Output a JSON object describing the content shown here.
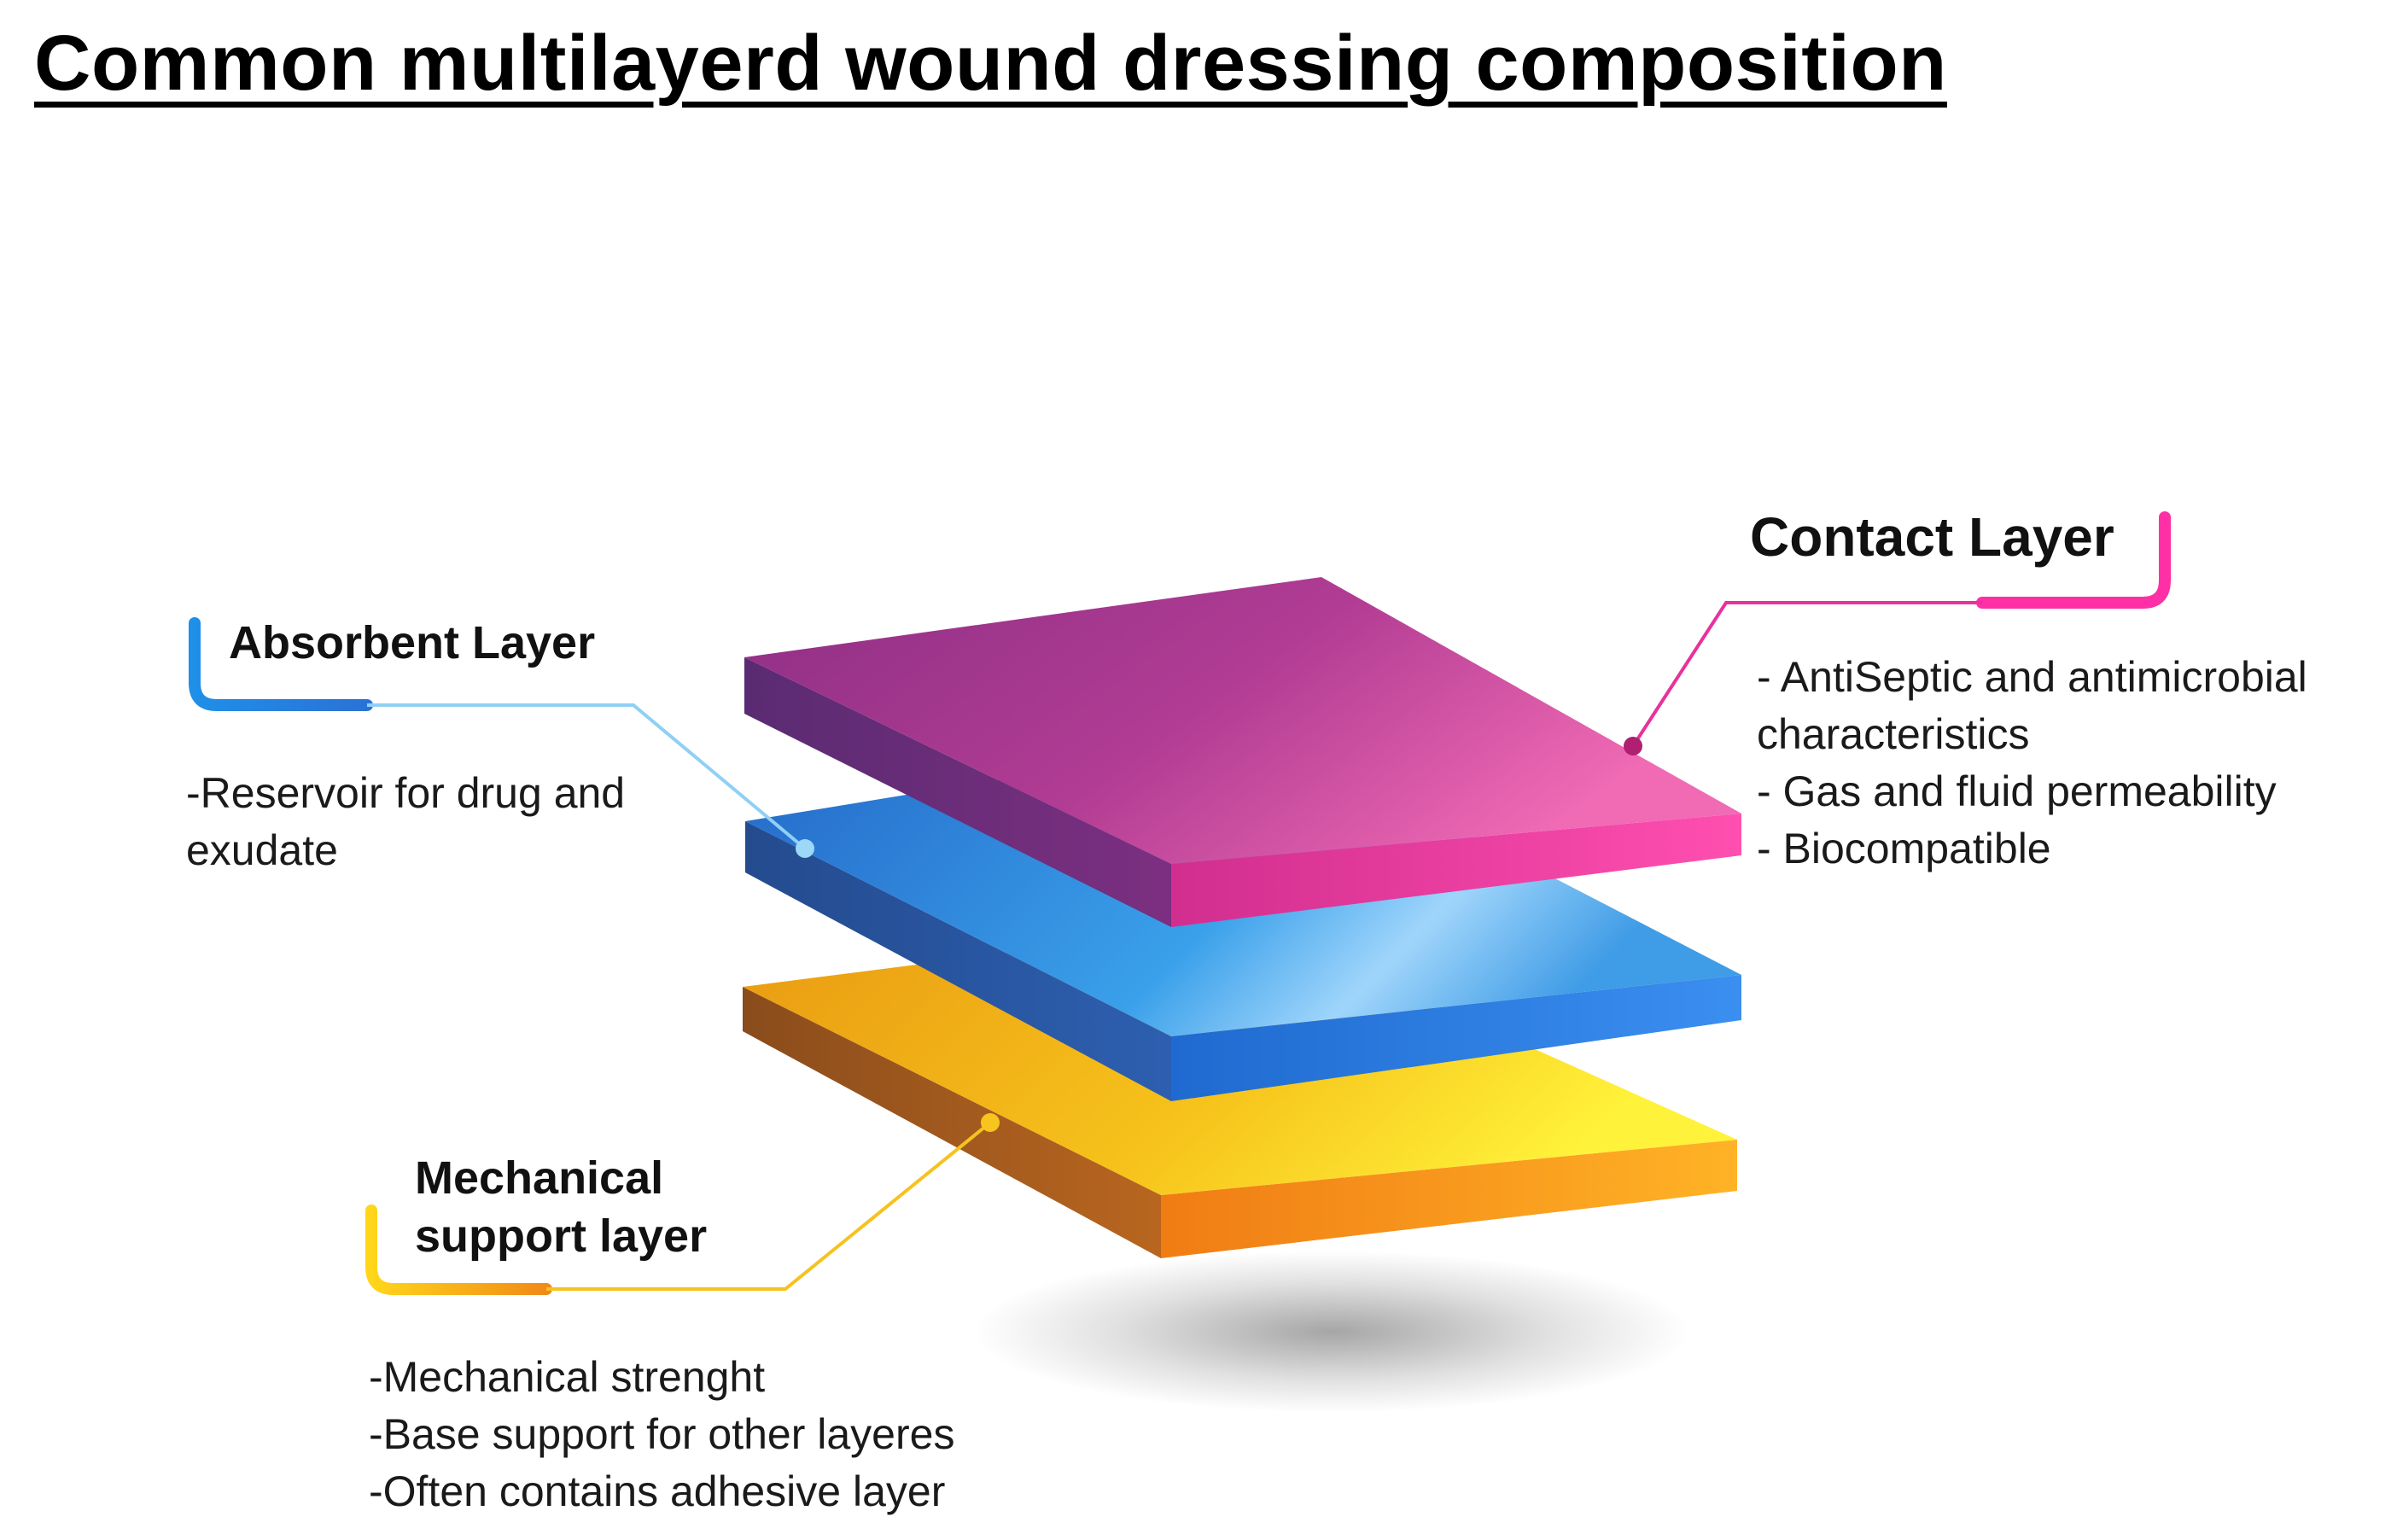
{
  "title": "Common multilayerd wound dressing composition",
  "layers": {
    "contact": {
      "heading": "Contact Layer",
      "bullets": [
        "- AntiSeptic and antimicrobial",
        "characteristics",
        "- Gas and fluid permeability",
        "- Biocompatible"
      ]
    },
    "absorbent": {
      "heading": "Absorbent Layer",
      "bullets": [
        "-Reservoir for drug and",
        "exudate"
      ]
    },
    "mechanical": {
      "heading_lines": [
        "Mechanical",
        "support layer"
      ],
      "bullets": [
        "-Mechanical strenght",
        "-Base support for other layeres",
        "-Often contains adhesive layer"
      ]
    }
  },
  "colors": {
    "contact_top": "#a4398e",
    "contact_accent": "#ee2a9a",
    "absorbent_top": "#2f8fe0",
    "absorbent_accent": "#1f8fe8",
    "mechanical_top": "#f2b21a",
    "mechanical_accent": "#ffe21a"
  }
}
